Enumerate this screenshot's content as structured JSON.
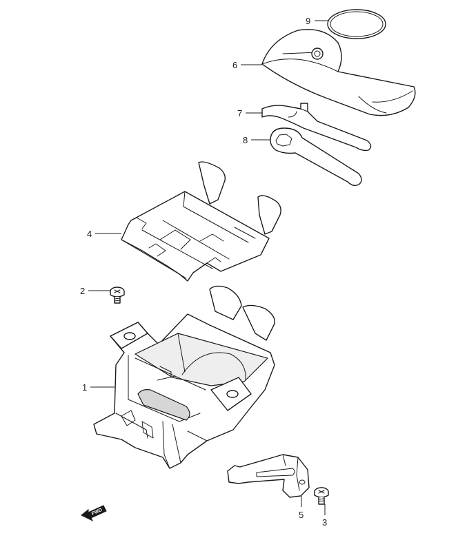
{
  "callouts": [
    {
      "id": "9",
      "label": "9"
    },
    {
      "id": "6",
      "label": "6"
    },
    {
      "id": "7",
      "label": "7"
    },
    {
      "id": "8",
      "label": "8"
    },
    {
      "id": "4",
      "label": "4"
    },
    {
      "id": "2",
      "label": "2"
    },
    {
      "id": "1",
      "label": "1"
    },
    {
      "id": "5",
      "label": "5"
    },
    {
      "id": "3",
      "label": "3"
    }
  ],
  "direction_badge": {
    "label": "FWD"
  }
}
